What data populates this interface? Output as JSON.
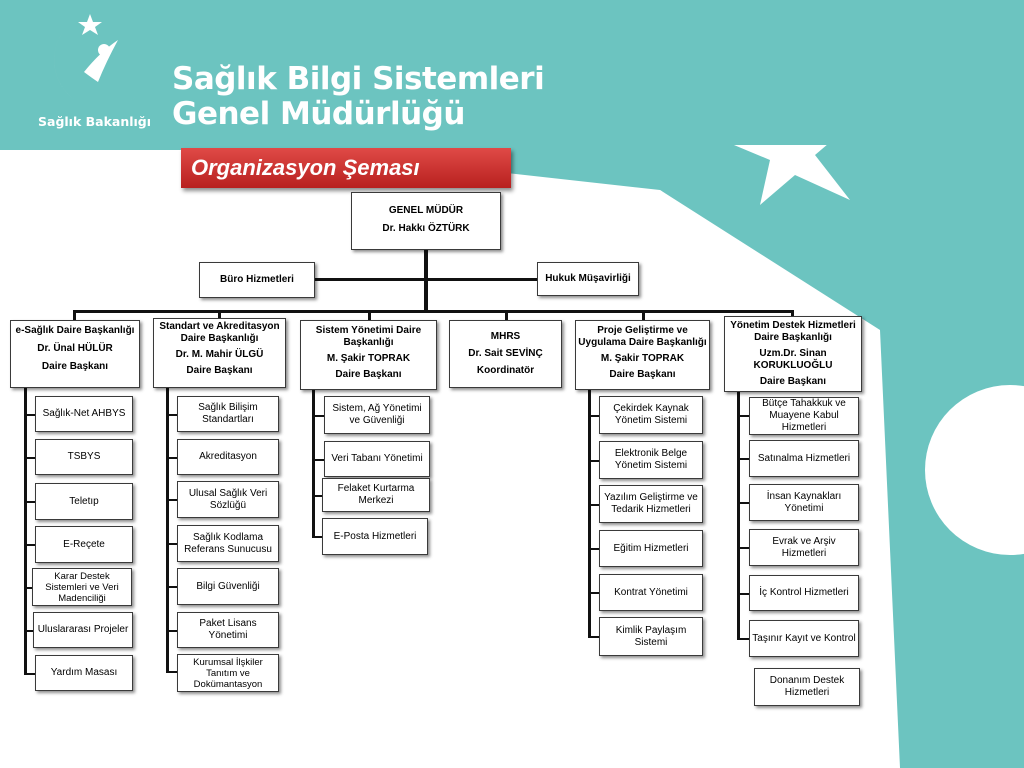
{
  "header": {
    "title_line1": "Sağlık Bilgi Sistemleri",
    "title_line2": "Genel Müdürlüğü",
    "ministry": "Sağlık Bakanlığı"
  },
  "chart_title": "Organizasyon Şeması",
  "top": {
    "title": "GENEL MÜDÜR",
    "name": "Dr. Hakkı ÖZTÜRK"
  },
  "staff": {
    "left": "Büro Hizmetleri",
    "right": "Hukuk Müşavirliği"
  },
  "departments": [
    {
      "title": "e-Sağlık Daire Başkanlığı",
      "name": "Dr. Ünal HÜLÜR",
      "role": "Daire Başkanı",
      "units": [
        "Sağlık-Net AHBYS",
        "TSBYS",
        "Teletıp",
        "E-Reçete",
        "Karar Destek Sistemleri ve Veri Madenciliği",
        "Uluslararası Projeler",
        "Yardım Masası"
      ]
    },
    {
      "title": "Standart ve Akreditasyon Daire Başkanlığı",
      "name": "Dr. M. Mahir ÜLGÜ",
      "role": "Daire Başkanı",
      "units": [
        "Sağlık Bilişim Standartları",
        "Akreditasyon",
        "Ulusal Sağlık Veri Sözlüğü",
        "Sağlık Kodlama Referans Sunucusu",
        "Bilgi Güvenliği",
        "Paket Lisans Yönetimi",
        "Kurumsal İlşkiler Tanıtım ve Dokümantasyon"
      ]
    },
    {
      "title": "Sistem Yönetimi Daire Başkanlığı",
      "name": "M. Şakir TOPRAK",
      "role": "Daire Başkanı",
      "units": [
        "Sistem, Ağ Yönetimi ve Güvenliği",
        "Veri Tabanı Yönetimi",
        "Felaket Kurtarma Merkezi",
        "E-Posta Hizmetleri"
      ]
    },
    {
      "title": "MHRS",
      "name": "Dr. Sait SEVİNÇ",
      "role": "Koordinatör",
      "units": []
    },
    {
      "title": "Proje Geliştirme ve Uygulama Daire Başkanlığı",
      "name": "M. Şakir TOPRAK",
      "role": "Daire Başkanı",
      "units": [
        "Çekirdek Kaynak Yönetim Sistemi",
        "Elektronik Belge Yönetim Sistemi",
        "Yazılım Geliştirme ve Tedarik Hizmetleri",
        "Eğitim Hizmetleri",
        "Kontrat Yönetimi",
        "Kimlik Paylaşım Sistemi"
      ]
    },
    {
      "title": "Yönetim Destek Hizmetleri Daire Başkanlığı",
      "name": "Uzm.Dr. Sinan KORUKLUOĞLU",
      "role": "Daire Başkanı",
      "units": [
        "Bütçe Tahakkuk ve Muayene Kabul Hizmetleri",
        "Satınalma Hizmetleri",
        "İnsan Kaynakları Yönetimi",
        "Evrak ve Arşiv Hizmetleri",
        "İç Kontrol Hizmetleri",
        "Taşınır Kayıt ve Kontrol",
        "Donanım Destek Hizmetleri"
      ]
    }
  ]
}
